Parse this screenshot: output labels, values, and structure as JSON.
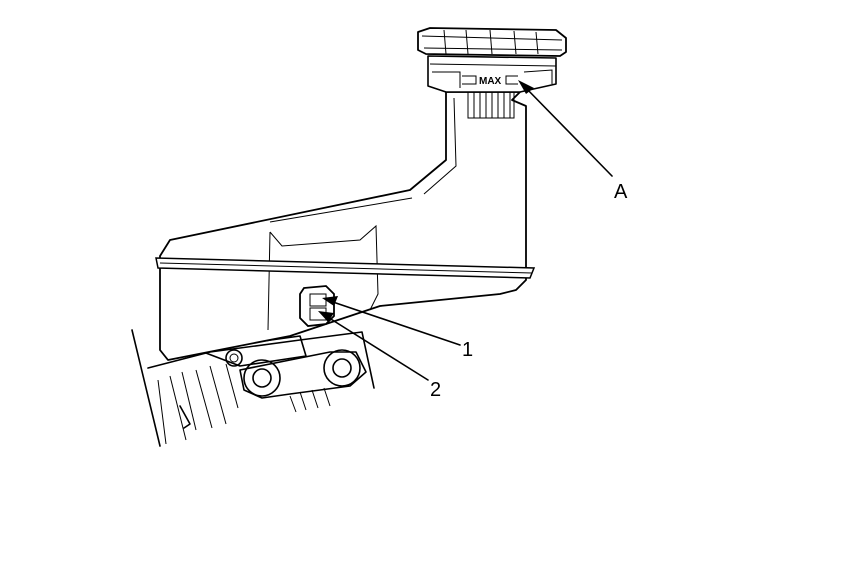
{
  "diagram": {
    "callouts": {
      "a": "A",
      "one": "1",
      "two": "2"
    },
    "cap_marking": "MAX"
  }
}
